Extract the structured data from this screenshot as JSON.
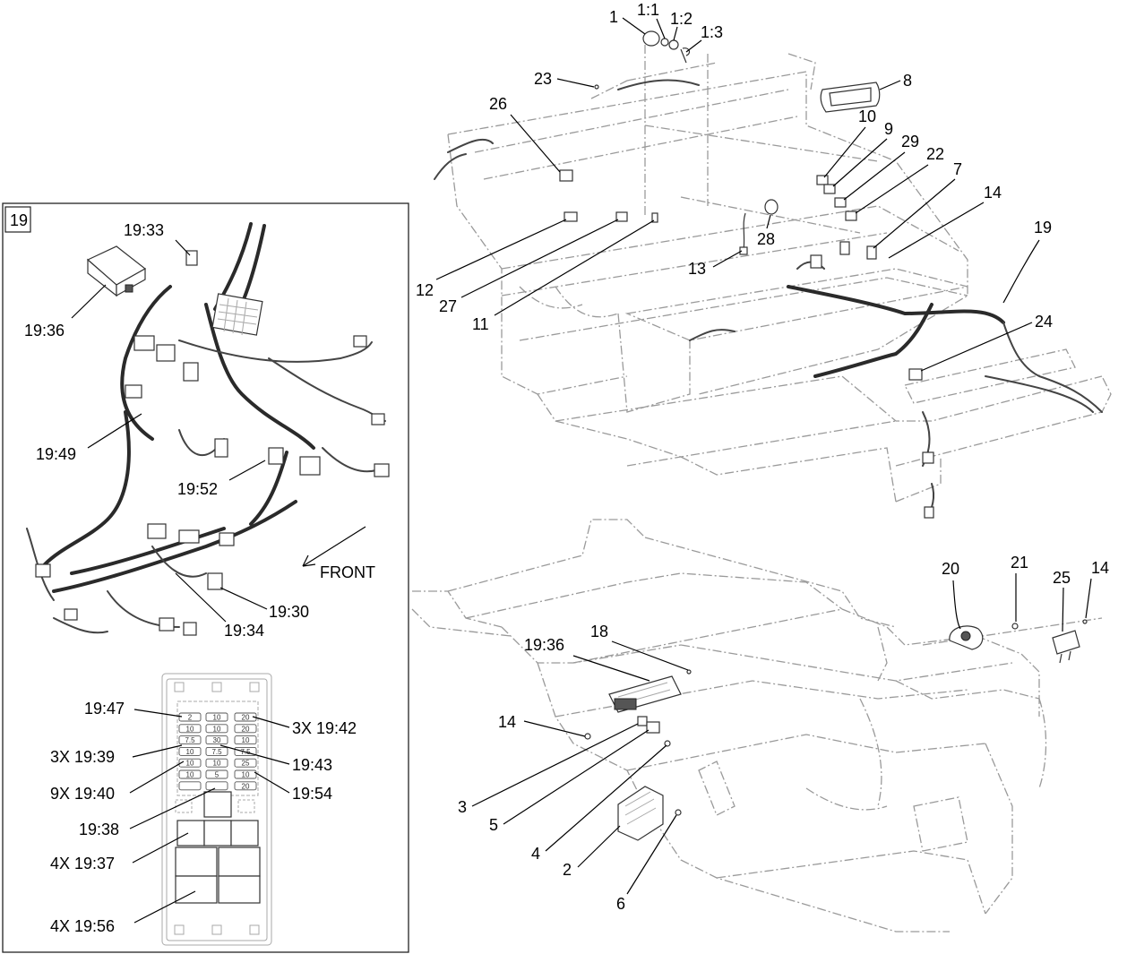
{
  "inset": {
    "index": "19",
    "front_label": "FRONT",
    "labels": [
      "19:33",
      "19:36",
      "19:49",
      "19:52",
      "19:30",
      "19:34"
    ],
    "fuse_labels": [
      "19:47",
      "3X 19:42",
      "3X 19:39",
      "19:43",
      "9X 19:40",
      "19:54",
      "19:38",
      "4X 19:37",
      "4X 19:56"
    ],
    "fuse_values": [
      [
        "2",
        "10",
        "20"
      ],
      [
        "10",
        "10",
        "20"
      ],
      [
        "7.5",
        "30",
        "10"
      ],
      [
        "10",
        "7.5",
        "7.5"
      ],
      [
        "10",
        "10",
        "25"
      ],
      [
        "10",
        "5",
        "10"
      ],
      [
        "",
        "",
        "20"
      ]
    ]
  },
  "upper_callouts": [
    "1",
    "1:1",
    "1:2",
    "1:3",
    "23",
    "8",
    "26",
    "10",
    "9",
    "29",
    "22",
    "7",
    "14",
    "28",
    "13",
    "12",
    "27",
    "11",
    "19",
    "24"
  ],
  "lower_callouts": [
    "20",
    "21",
    "25",
    "14",
    "19:36",
    "18",
    "14",
    "3",
    "5",
    "4",
    "2",
    "6"
  ]
}
